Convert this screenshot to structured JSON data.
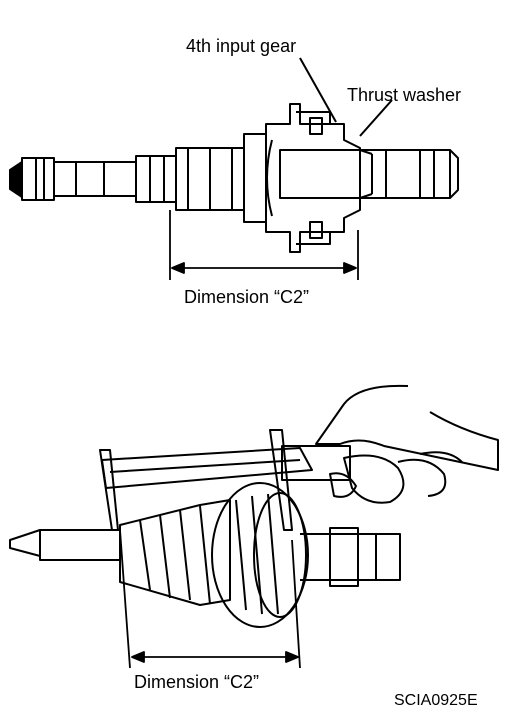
{
  "figure": {
    "top": {
      "label_gear": "4th input gear",
      "label_washer": "Thrust washer",
      "label_dimension": "Dimension “C2”"
    },
    "bottom": {
      "label_dimension": "Dimension “C2”"
    },
    "figure_code": "SCIA0925E"
  }
}
